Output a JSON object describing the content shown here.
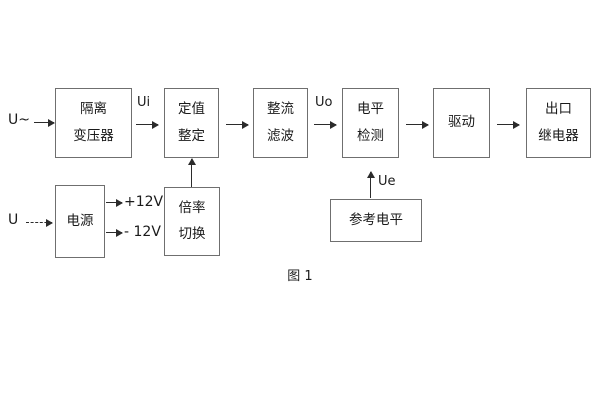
{
  "figure": {
    "caption": "图 1",
    "background_color": "#ffffff",
    "box_border_color": "#6f6f6f",
    "line_color": "#2b2b2b",
    "text_color": "#1a1a1a"
  },
  "inputs": {
    "ac_source_label": "U~",
    "dc_source_label": "U"
  },
  "blocks": {
    "isolation_transformer": {
      "line1": "隔离",
      "line2": "变压器"
    },
    "setting_value": {
      "line1": "定值",
      "line2": "整定"
    },
    "rectify_filter": {
      "line1": "整流",
      "line2": "滤波"
    },
    "level_detect": {
      "line1": "电平",
      "line2": "检测"
    },
    "drive": {
      "line1": "驱动"
    },
    "output_relay": {
      "line1": "出口",
      "line2": "继电器"
    },
    "power_supply": {
      "line1": "电源"
    },
    "multiplier_switch": {
      "line1": "倍率",
      "line2": "切换"
    },
    "reference_level": {
      "line1": "参考电平"
    }
  },
  "signals": {
    "ui": "Ui",
    "uo": "Uo",
    "ue": "Ue"
  },
  "power_rails": {
    "positive": "+12V",
    "negative": "- 12V"
  }
}
